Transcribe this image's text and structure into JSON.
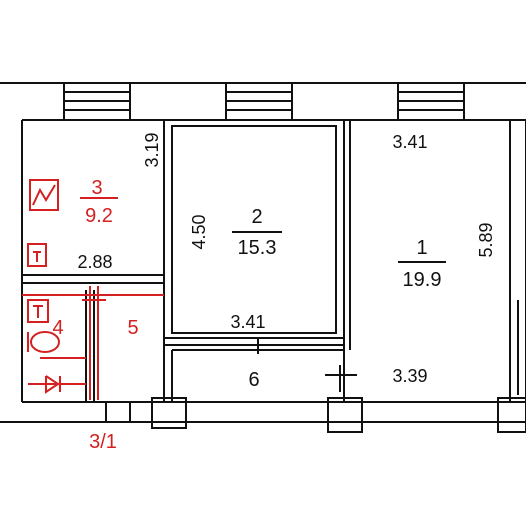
{
  "rooms": [
    {
      "number": "1",
      "area": "19.9"
    },
    {
      "number": "2",
      "area": "15.3"
    },
    {
      "number": "3",
      "area": "9.2"
    },
    {
      "number": "4"
    },
    {
      "number": "5"
    },
    {
      "number": "6"
    }
  ],
  "dimensions": {
    "d_319": "3.19",
    "d_288": "2.88",
    "d_450": "4.50",
    "d_341_top": "3.41",
    "d_341_bottom": "3.41",
    "d_589": "5.89",
    "d_339": "3.39"
  },
  "sub_unit_label": "3/1",
  "colors": {
    "walls": "#111111",
    "service_annotations": "#d42020"
  },
  "icons": [
    "window-icon",
    "gas-stove-icon",
    "sink-icon",
    "bathtub-icon",
    "toilet-icon",
    "water-heater-icon"
  ]
}
